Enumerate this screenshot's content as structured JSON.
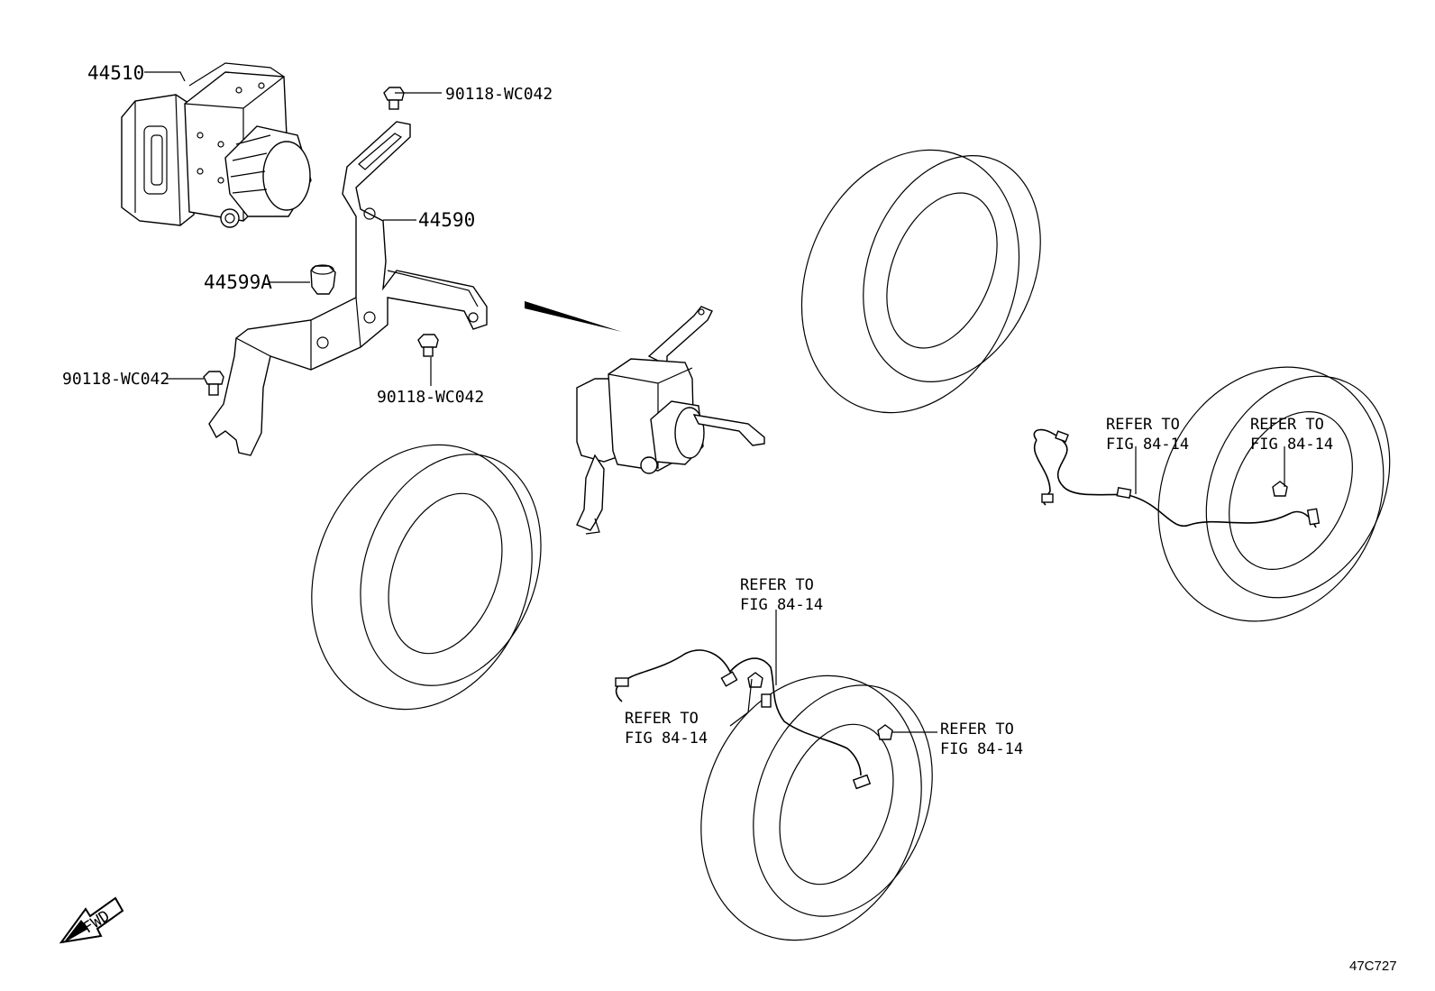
{
  "callouts": {
    "actuator": "44510",
    "bracket": "44590",
    "cushion": "44599A",
    "bolt_top": "90118-WC042",
    "bolt_left": "90118-WC042",
    "bolt_center": "90118-WC042"
  },
  "references": {
    "line1": "REFER TO",
    "line2": "FIG 84-14"
  },
  "fwd_label": "FWD",
  "drawing_code": "47C727"
}
